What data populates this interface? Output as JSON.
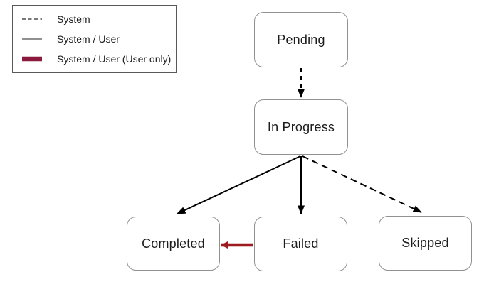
{
  "diagram": {
    "nodes": [
      {
        "id": "pending",
        "label": "Pending"
      },
      {
        "id": "in-progress",
        "label": "In Progress"
      },
      {
        "id": "completed",
        "label": "Completed"
      },
      {
        "id": "failed",
        "label": "Failed"
      },
      {
        "id": "skipped",
        "label": "Skipped"
      }
    ],
    "edges": [
      {
        "from": "Pending",
        "to": "In Progress",
        "line": "dashed",
        "actor": "System",
        "label": "Pending to In Progress (System)"
      },
      {
        "from": "In Progress",
        "to": "Completed",
        "line": "solid",
        "actor": "System / User",
        "label": "In Progress to Completed (System / User)"
      },
      {
        "from": "In Progress",
        "to": "Failed",
        "line": "solid",
        "actor": "System / User",
        "label": "In Progress to Failed (System / User)"
      },
      {
        "from": "In Progress",
        "to": "Skipped",
        "line": "dashed",
        "actor": "System",
        "label": "In Progress to Skipped (System)"
      },
      {
        "from": "Failed",
        "to": "Completed",
        "line": "thick",
        "actor": "System / User (User only)",
        "label": "Failed to Completed (System / User, User only)"
      }
    ]
  },
  "legend": {
    "items": [
      {
        "line": "dashed",
        "label": "System"
      },
      {
        "line": "solid",
        "label": "System / User"
      },
      {
        "line": "thick",
        "label": "System / User (User only)"
      }
    ]
  },
  "colors": {
    "edge": "#000000",
    "legend_line": "#4d4d4d",
    "user_only_legend": "#8b1a3e",
    "user_only_arrow": "#9b1b1e"
  }
}
